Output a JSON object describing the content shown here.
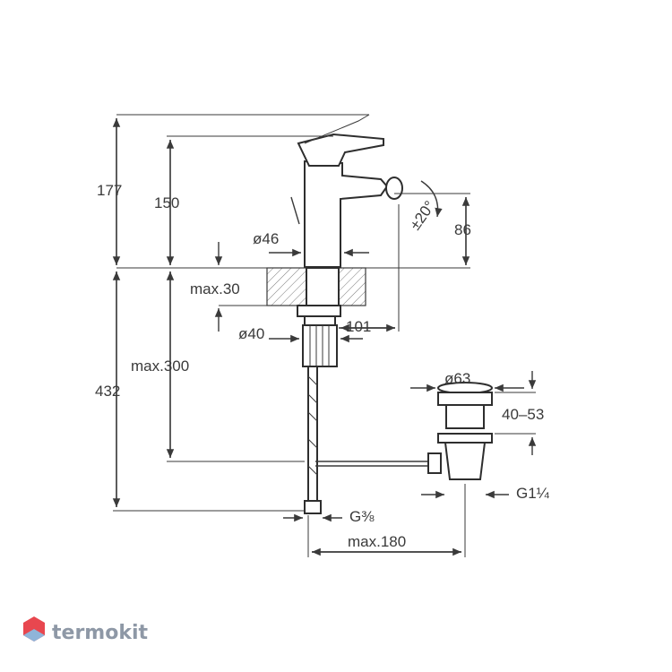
{
  "dimensions": {
    "overall_height": "177",
    "spout_height": "150",
    "outlet_height": "86",
    "swivel_angle": "±20°",
    "body_diameter": "ø46",
    "deck_thickness": "max.30",
    "shank_diameter": "ø40",
    "spout_reach": "101",
    "hose_length": "max.300",
    "below_deck": "432",
    "waste_diameter": "ø63",
    "waste_range": "40–53",
    "waste_thread": "G1¼",
    "inlet_thread": "G⅜",
    "rod_length": "max.180"
  },
  "watermark": {
    "brand": "termokit",
    "logo_color": "#e8474f",
    "logo_color_secondary": "#8fb4d9"
  }
}
